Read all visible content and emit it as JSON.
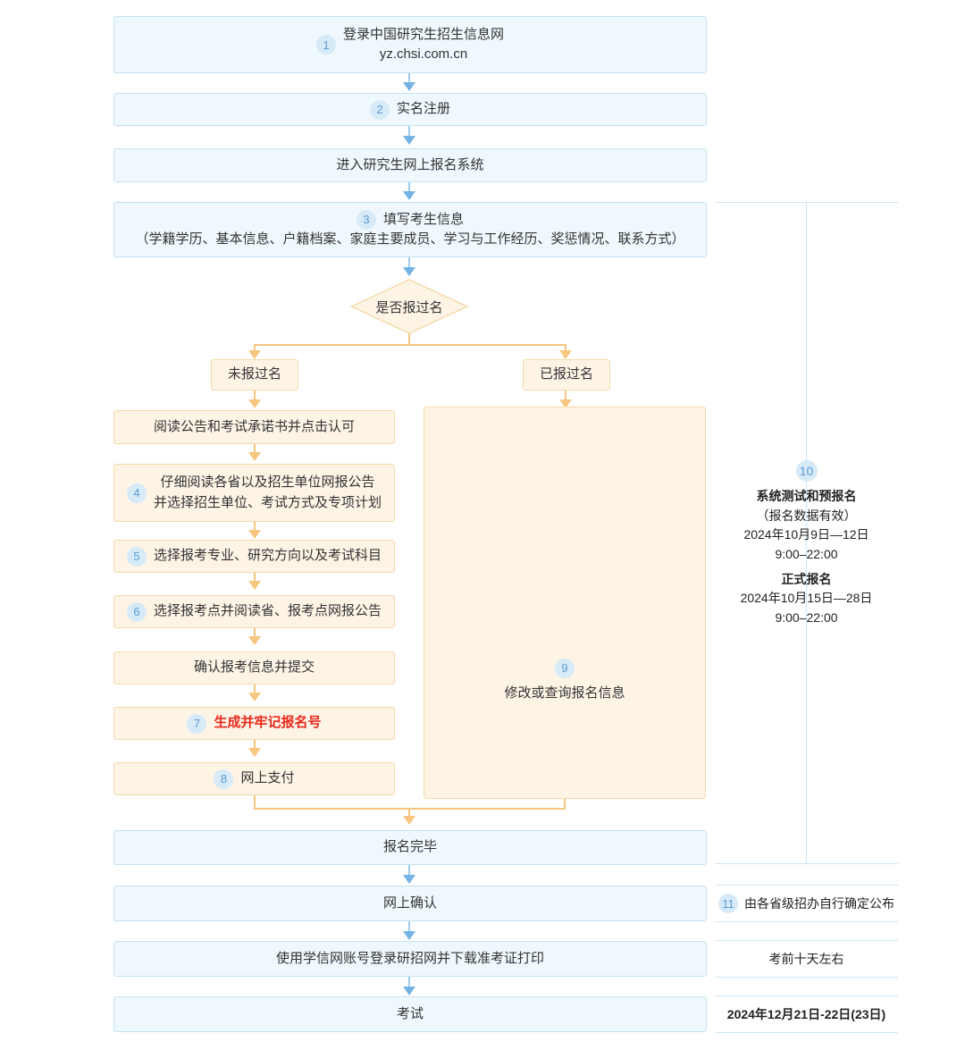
{
  "flow": {
    "main_boxes": [
      {
        "id": "login",
        "num": "1",
        "lines": [
          "登录中国研究生招生信息网",
          "yz.chsi.com.cn"
        ]
      },
      {
        "id": "realname-register",
        "num": "2",
        "lines": [
          "实名注册"
        ]
      },
      {
        "id": "enter-system",
        "num": "",
        "lines": [
          "进入研究生网上报名系统"
        ]
      },
      {
        "id": "fill-candidate-info",
        "num": "3",
        "lines": [
          "填写考生信息",
          "（学籍学历、基本信息、户籍档案、家庭主要成员、学习与工作经历、奖惩情况、联系方式）"
        ]
      }
    ],
    "decision": {
      "label": "是否报过名"
    },
    "branch_labels": {
      "left": "未报过名",
      "right": "已报过名"
    },
    "left_branch": [
      {
        "id": "read-announcement",
        "num": "",
        "lines": [
          "阅读公告和考试承诺书并点击认可"
        ]
      },
      {
        "id": "read-province-unit",
        "num": "4",
        "lines": [
          "仔细阅读各省以及招生单位网报公告",
          "并选择招生单位、考试方式及专项计划"
        ]
      },
      {
        "id": "select-major",
        "num": "5",
        "lines": [
          "选择报考专业、研究方向以及考试科目"
        ]
      },
      {
        "id": "select-test-site",
        "num": "6",
        "lines": [
          "选择报考点并阅读省、报考点网报公告"
        ]
      },
      {
        "id": "confirm-submit",
        "num": "",
        "lines": [
          "确认报考信息并提交"
        ]
      },
      {
        "id": "generate-number",
        "num": "7",
        "lines": [
          "生成并牢记报名号"
        ],
        "highlight": true
      },
      {
        "id": "online-payment",
        "num": "8",
        "lines": [
          "网上支付"
        ]
      }
    ],
    "right_branch": {
      "id": "modify-query",
      "num": "9",
      "lines": [
        "修改或查询报名信息"
      ]
    },
    "tail_boxes": [
      {
        "id": "registration-complete",
        "num": "",
        "lines": [
          "报名完毕"
        ]
      },
      {
        "id": "online-confirmation",
        "num": "",
        "lines": [
          "网上确认"
        ]
      },
      {
        "id": "download-admission-ticket",
        "num": "",
        "lines": [
          "使用学信网账号登录研招网并下载准考证打印"
        ]
      },
      {
        "id": "exam",
        "num": "",
        "lines": [
          "考试"
        ]
      }
    ]
  },
  "schedule_panel": {
    "badge": "10",
    "blocks": [
      {
        "title": "系统测试和预报名",
        "sub": "（报名数据有效）",
        "date": "2024年10月9日—12日",
        "time": "9:00–22:00"
      },
      {
        "title": "正式报名",
        "sub": "",
        "date": "2024年10月15日—28日",
        "time": "9:00–22:00"
      }
    ],
    "rows": [
      {
        "badge": "11",
        "text": "由各省级招办自行确定公布"
      },
      {
        "badge": "",
        "text": "考前十天左右"
      },
      {
        "badge": "",
        "text": "2024年12月21日-22日(23日)"
      }
    ]
  },
  "colors": {
    "blue_fill": "#eff8fd",
    "blue_border": "#c5e2f2",
    "blue_arrow": "#74b3e4",
    "orange_fill": "#fdf4e6",
    "orange_border": "#f5d9a8",
    "orange_arrow": "#f7c67f",
    "badge_bg": "#d7eaf7",
    "badge_text": "#5b9bd5",
    "highlight_text": "#e8291c",
    "panel_line": "#cfe6f5"
  }
}
